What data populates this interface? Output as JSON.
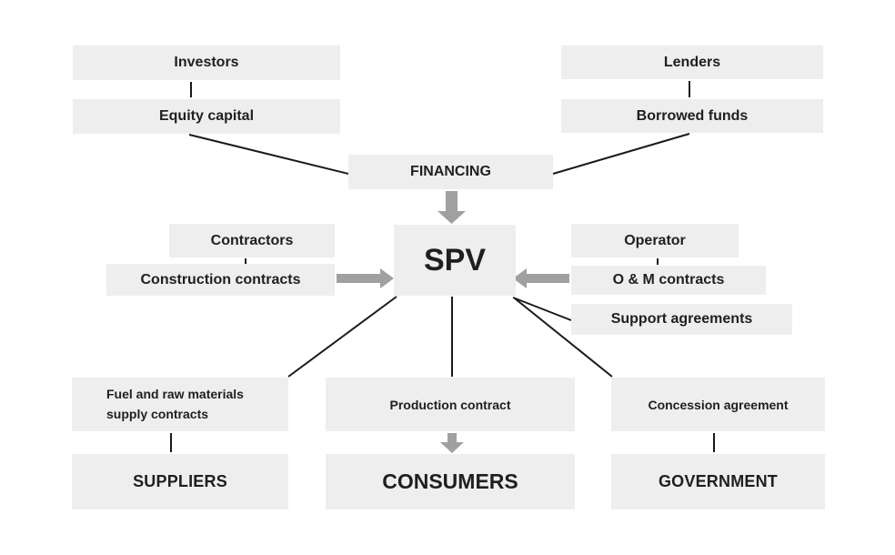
{
  "diagram": {
    "type": "project-finance-structure-flowchart",
    "colors": {
      "box_fill": "#eeeeee",
      "thick_arrow": "#a0a0a0",
      "line": "#1a1a1a",
      "text": "#1f1f1f",
      "background": "#ffffff"
    },
    "nodes": {
      "investors": "Investors",
      "equity": "Equity capital",
      "lenders": "Lenders",
      "borrowed": "Borrowed funds",
      "financing": "FINANCING",
      "spv": "SPV",
      "contractors": "Contractors",
      "construction": "Construction contracts",
      "operator": "Operator",
      "om": "O & M contracts",
      "support": "Support agreements",
      "fuel_line1": "Fuel and raw materials",
      "fuel_line2": "supply contracts",
      "production": "Production contract",
      "concession": "Concession agreement",
      "suppliers": "SUPPLIERS",
      "consumers": "CONSUMERS",
      "government": "GOVERNMENT"
    },
    "edges": [
      {
        "from": "Investors",
        "to": "Equity capital",
        "type": "thin-line"
      },
      {
        "from": "Lenders",
        "to": "Borrowed funds",
        "type": "thin-line"
      },
      {
        "from": "Equity capital",
        "to": "FINANCING",
        "type": "thin-line"
      },
      {
        "from": "Borrowed funds",
        "to": "FINANCING",
        "type": "thin-line"
      },
      {
        "from": "FINANCING",
        "to": "SPV",
        "type": "thick-arrow",
        "direction": "down"
      },
      {
        "from": "Contractors",
        "to": "Construction contracts",
        "type": "thin-line"
      },
      {
        "from": "Construction contracts",
        "to": "SPV",
        "type": "thick-arrow",
        "direction": "right"
      },
      {
        "from": "Operator",
        "to": "O & M contracts",
        "type": "thin-line"
      },
      {
        "from": "O & M contracts",
        "to": "SPV",
        "type": "thick-arrow",
        "direction": "left"
      },
      {
        "from": "Support agreements",
        "to": "SPV",
        "type": "thin-line"
      },
      {
        "from": "SPV",
        "to": "Fuel and raw materials supply contracts",
        "type": "thin-line"
      },
      {
        "from": "SPV",
        "to": "Production contract",
        "type": "thin-line"
      },
      {
        "from": "SPV",
        "to": "Concession agreement",
        "type": "thin-line"
      },
      {
        "from": "Fuel and raw materials supply contracts",
        "to": "SUPPLIERS",
        "type": "thin-line"
      },
      {
        "from": "Production contract",
        "to": "CONSUMERS",
        "type": "thick-arrow",
        "direction": "down"
      },
      {
        "from": "Concession agreement",
        "to": "GOVERNMENT",
        "type": "thin-line"
      }
    ]
  }
}
